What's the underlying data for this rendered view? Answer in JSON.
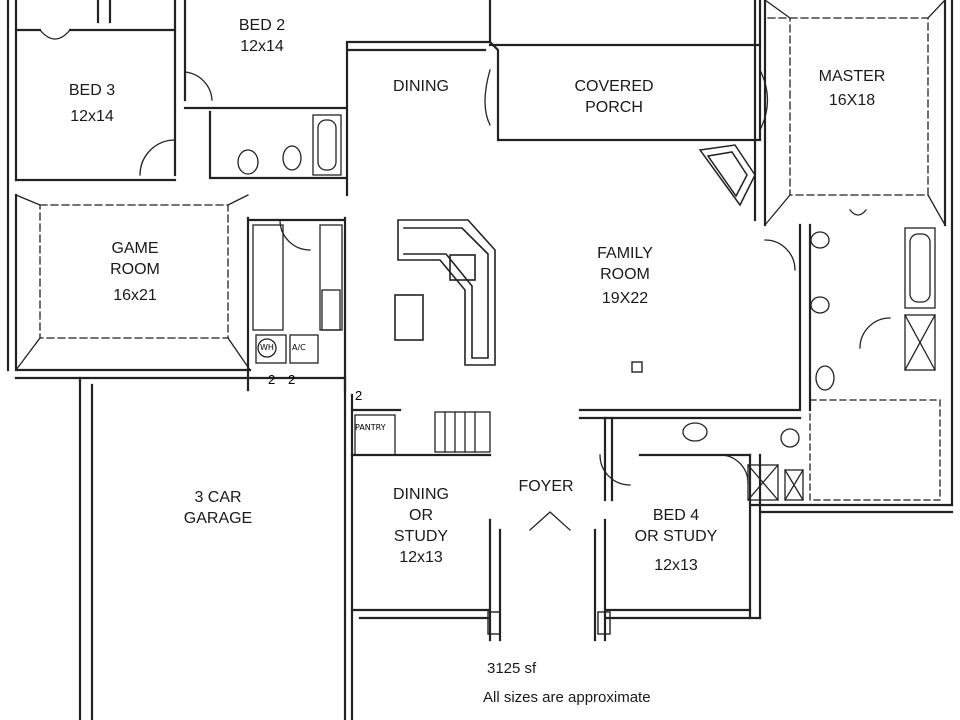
{
  "rooms": {
    "bed2": {
      "name": "BED 2",
      "size": "12x14"
    },
    "bed3": {
      "name": "BED 3",
      "size": "12x14"
    },
    "dining": {
      "name": "DINING"
    },
    "covered_porch": {
      "line1": "COVERED",
      "line2": "PORCH"
    },
    "master": {
      "name": "MASTER",
      "size": "16X18"
    },
    "game_room": {
      "line1": "GAME",
      "line2": "ROOM",
      "size": "16x21"
    },
    "family_room": {
      "line1": "FAMILY",
      "line2": "ROOM",
      "size": "19X22"
    },
    "garage": {
      "line1": "3 CAR",
      "line2": "GARAGE"
    },
    "dining_study": {
      "line1": "DINING",
      "line2": "OR",
      "line3": "STUDY",
      "size": "12x13"
    },
    "foyer": {
      "name": "FOYER"
    },
    "bed4": {
      "line1": "BED 4",
      "line2": "OR STUDY",
      "size": "12x13"
    }
  },
  "fixtures": {
    "wh": "WH",
    "ac": "A/C",
    "pantry": "PANTRY",
    "dim_a": "2",
    "dim_b": "2",
    "dim_c": "2"
  },
  "footer": {
    "area": "3125 sf",
    "disclaimer": "All sizes are approximate"
  }
}
